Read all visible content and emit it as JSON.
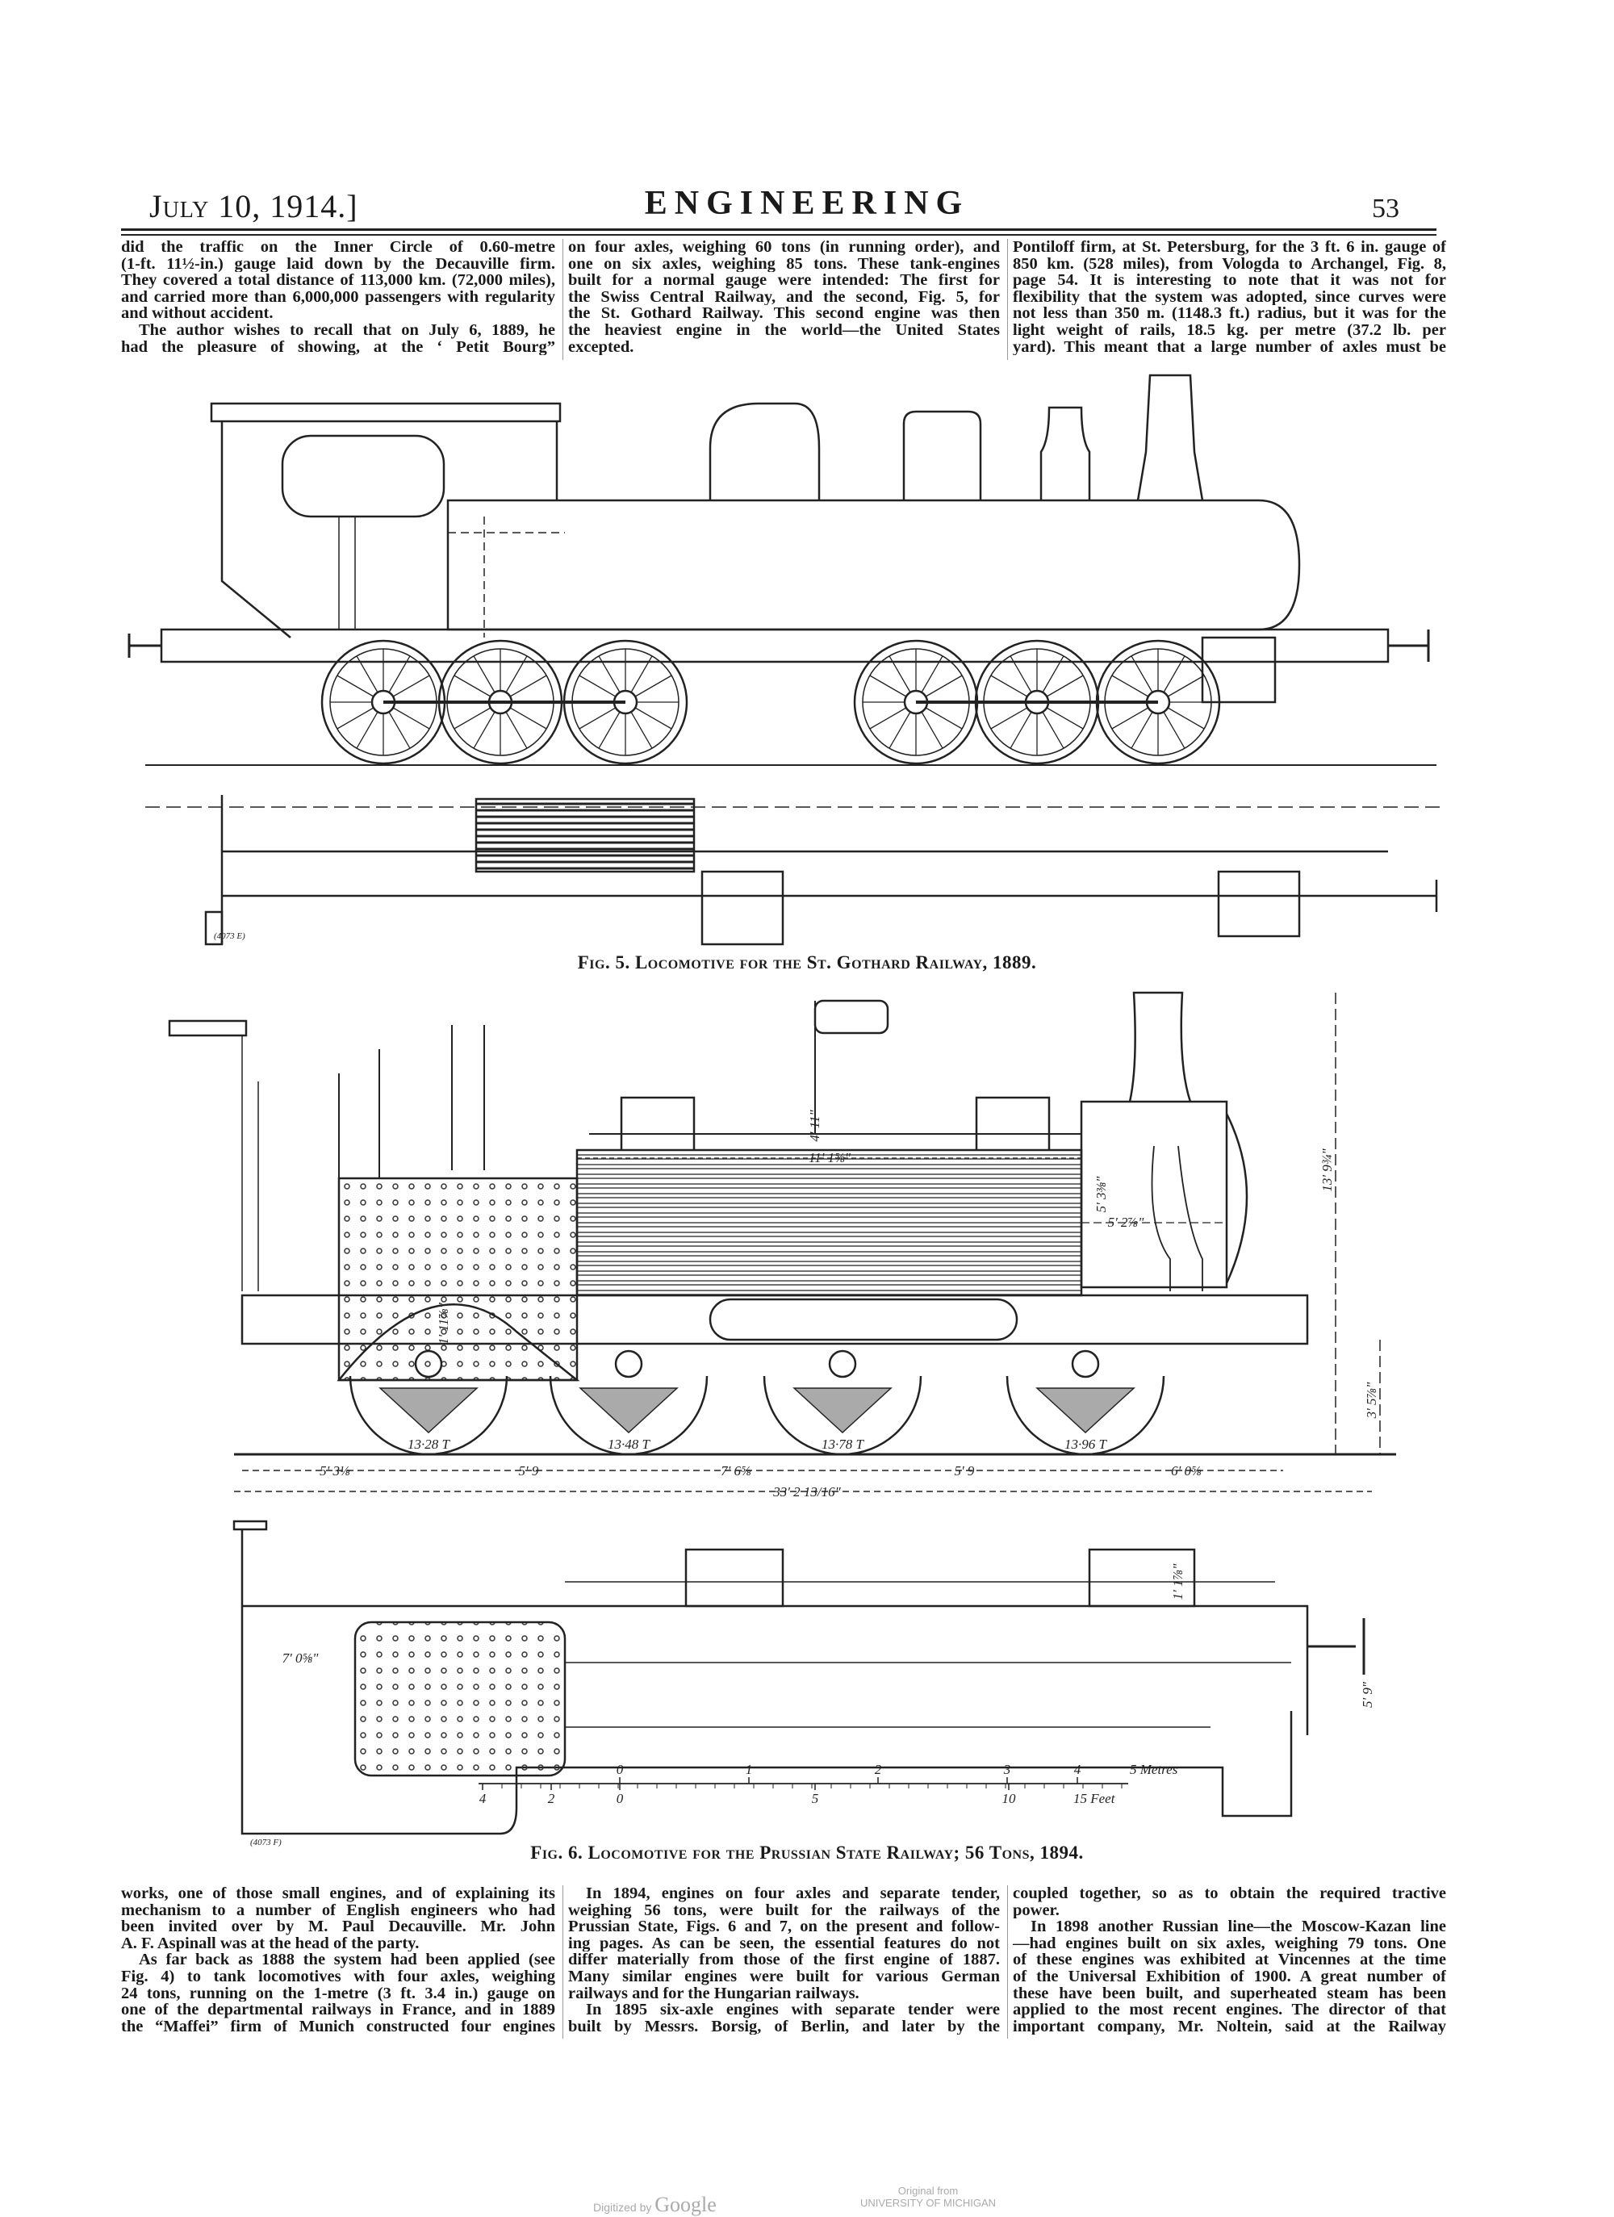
{
  "header": {
    "date": "July 10, 1914.]",
    "title": "ENGINEERING",
    "page_number": "53"
  },
  "top_columns": [
    {
      "lines": [
        {
          "t": "did the traffic on the Inner Circle of 0.60-metre"
        },
        {
          "t": "(1-ft. 11½-in.) gauge laid down by the Decauville firm."
        },
        {
          "t": "They covered a total distance of 113,000 km. (72,000 miles),"
        },
        {
          "t": "and carried more than 6,000,000 passengers with regularity"
        },
        {
          "t": "and without accident.",
          "last": true
        },
        {
          "t": "The author wishes to recall that on July 6, 1889, he",
          "indent": true
        },
        {
          "t": "had the pleasure of showing, at the ‘ Petit Bourg”"
        }
      ]
    },
    {
      "lines": [
        {
          "t": "on four axles, weighing 60 tons (in running order), and"
        },
        {
          "t": "one on six axles, weighing 85 tons. These tank-engines"
        },
        {
          "t": "built for a normal gauge were intended: The first for"
        },
        {
          "t": "the Swiss Central Railway, and the second, Fig. 5, for"
        },
        {
          "t": "the St. Gothard Railway. This second engine was then"
        },
        {
          "t": "the heaviest engine in the world—the United States"
        },
        {
          "t": "excepted.",
          "last": true
        }
      ]
    },
    {
      "lines": [
        {
          "t": "Pontiloff firm, at St. Petersburg, for the 3 ft. 6 in. gauge of"
        },
        {
          "t": "850 km. (528 miles), from Vologda to Archangel, Fig. 8,"
        },
        {
          "t": "page 54. It is interesting to note that it was not for"
        },
        {
          "t": "flexibility that the system was adopted, since curves were"
        },
        {
          "t": "not less than 350 m. (1148.3 ft.) radius, but it was for the"
        },
        {
          "t": "light weight of rails, 18.5 kg. per metre (37.2 lb. per"
        },
        {
          "t": "yard). This meant that a large number of axles must be"
        }
      ]
    }
  ],
  "fig5": {
    "caption": "Fig. 5. Locomotive for the St. Gothard Railway, 1889.",
    "block_number": "(4073 E)"
  },
  "fig6": {
    "caption": "Fig. 6. Locomotive for the Prussian State Railway; 56 Tons, 1894.",
    "block_number": "(4073 F)",
    "dims": {
      "tube_length": "11' 1⅝\"",
      "dome_height": "4' 11\"",
      "smokebox_height": "5' 3⅜\"",
      "smokebox_length": "5' 2⅞\"",
      "overall_height": "13' 9¾\"",
      "buffer_height": "3' 5⅞\"",
      "firebox_radius": "1' 11⅞\"",
      "frame_width": "5' 9\"",
      "firebox_width": "7' 0⅝\"",
      "cyl": "1' 1⅞\""
    },
    "wheel_loads": [
      "13·28 T",
      "13·48 T",
      "13·78 T",
      "13·96 T"
    ],
    "wheelbase": [
      "5' 3⅛",
      "5' 9",
      "7' 6⅝",
      "5' 9",
      "6' 0⅝"
    ],
    "overall_length": "33' 2 13/16\"",
    "scale": {
      "metres": [
        "0",
        "1",
        "2",
        "3",
        "4"
      ],
      "metres_label": "5 Metres",
      "feet": [
        "4",
        "2",
        "0",
        "5",
        "10"
      ],
      "feet_label": "15 Feet"
    }
  },
  "bottom_columns": [
    {
      "lines": [
        {
          "t": "works, one of those small engines, and of explaining its"
        },
        {
          "t": "mechanism to a number of English engineers who had"
        },
        {
          "t": "been invited over by M. Paul Decauville. Mr. John"
        },
        {
          "t": "A. F. Aspinall was at the head of the party.",
          "last": true
        },
        {
          "t": "As far back as 1888 the system had been applied (see",
          "indent": true
        },
        {
          "t": "Fig. 4) to tank locomotives with four axles, weighing"
        },
        {
          "t": "24 tons, running on the 1-metre (3 ft. 3.4 in.) gauge on"
        },
        {
          "t": "one of the departmental railways in France, and in 1889"
        },
        {
          "t": "the “Maffei” firm of Munich constructed four engines"
        }
      ]
    },
    {
      "lines": [
        {
          "t": "In 1894, engines on four axles and separate tender,",
          "indent": true
        },
        {
          "t": "weighing 56 tons, were built for the railways of the"
        },
        {
          "t": "Prussian State, Figs. 6 and 7, on the present and follow-"
        },
        {
          "t": "ing pages. As can be seen, the essential features do not"
        },
        {
          "t": "differ materially from those of the first engine of 1887."
        },
        {
          "t": "Many similar engines were built for various German"
        },
        {
          "t": "railways and for the Hungarian railways.",
          "last": true
        },
        {
          "t": "In 1895 six-axle engines with separate tender were",
          "indent": true
        },
        {
          "t": "built by Messrs. Borsig, of Berlin, and later by the"
        }
      ]
    },
    {
      "lines": [
        {
          "t": "coupled together, so as to obtain the required tractive"
        },
        {
          "t": "power.",
          "last": true
        },
        {
          "t": "In 1898 another Russian line—the Moscow-Kazan line",
          "indent": true
        },
        {
          "t": "—had engines built on six axles, weighing 79 tons. One"
        },
        {
          "t": "of these engines was exhibited at Vincennes at the time"
        },
        {
          "t": "of the Universal Exhibition of 1900. A great number of"
        },
        {
          "t": "these have been built, and superheated steam has been"
        },
        {
          "t": "applied to the most recent engines. The director of that"
        },
        {
          "t": "important company, Mr. Noltein, said at the Railway"
        }
      ]
    }
  ],
  "footer": {
    "digitized_prefix": "Digitized by",
    "digitized_brand": "Google",
    "original_line1": "Original from",
    "original_line2": "UNIVERSITY OF MICHIGAN"
  }
}
